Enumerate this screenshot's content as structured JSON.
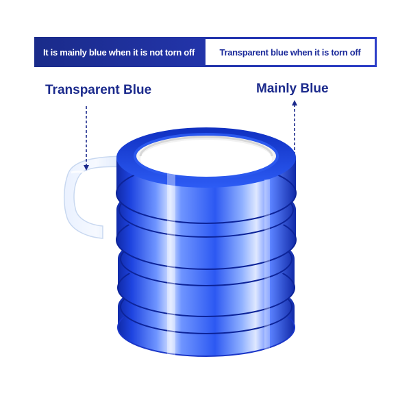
{
  "banner": {
    "left_text": "It is mainly blue when it is not torn off",
    "right_text": "Transparent blue when it is torn off"
  },
  "labels": {
    "left": "Transparent Blue",
    "right": "Mainly Blue"
  },
  "product": {
    "roll_count": 4,
    "colors": {
      "tape_dark": "#1531c8",
      "tape_mid": "#2a55f0",
      "tape_light": "#9fb8ff",
      "banner_blue": "#2436b0",
      "label_blue": "#1b2a8c"
    }
  }
}
